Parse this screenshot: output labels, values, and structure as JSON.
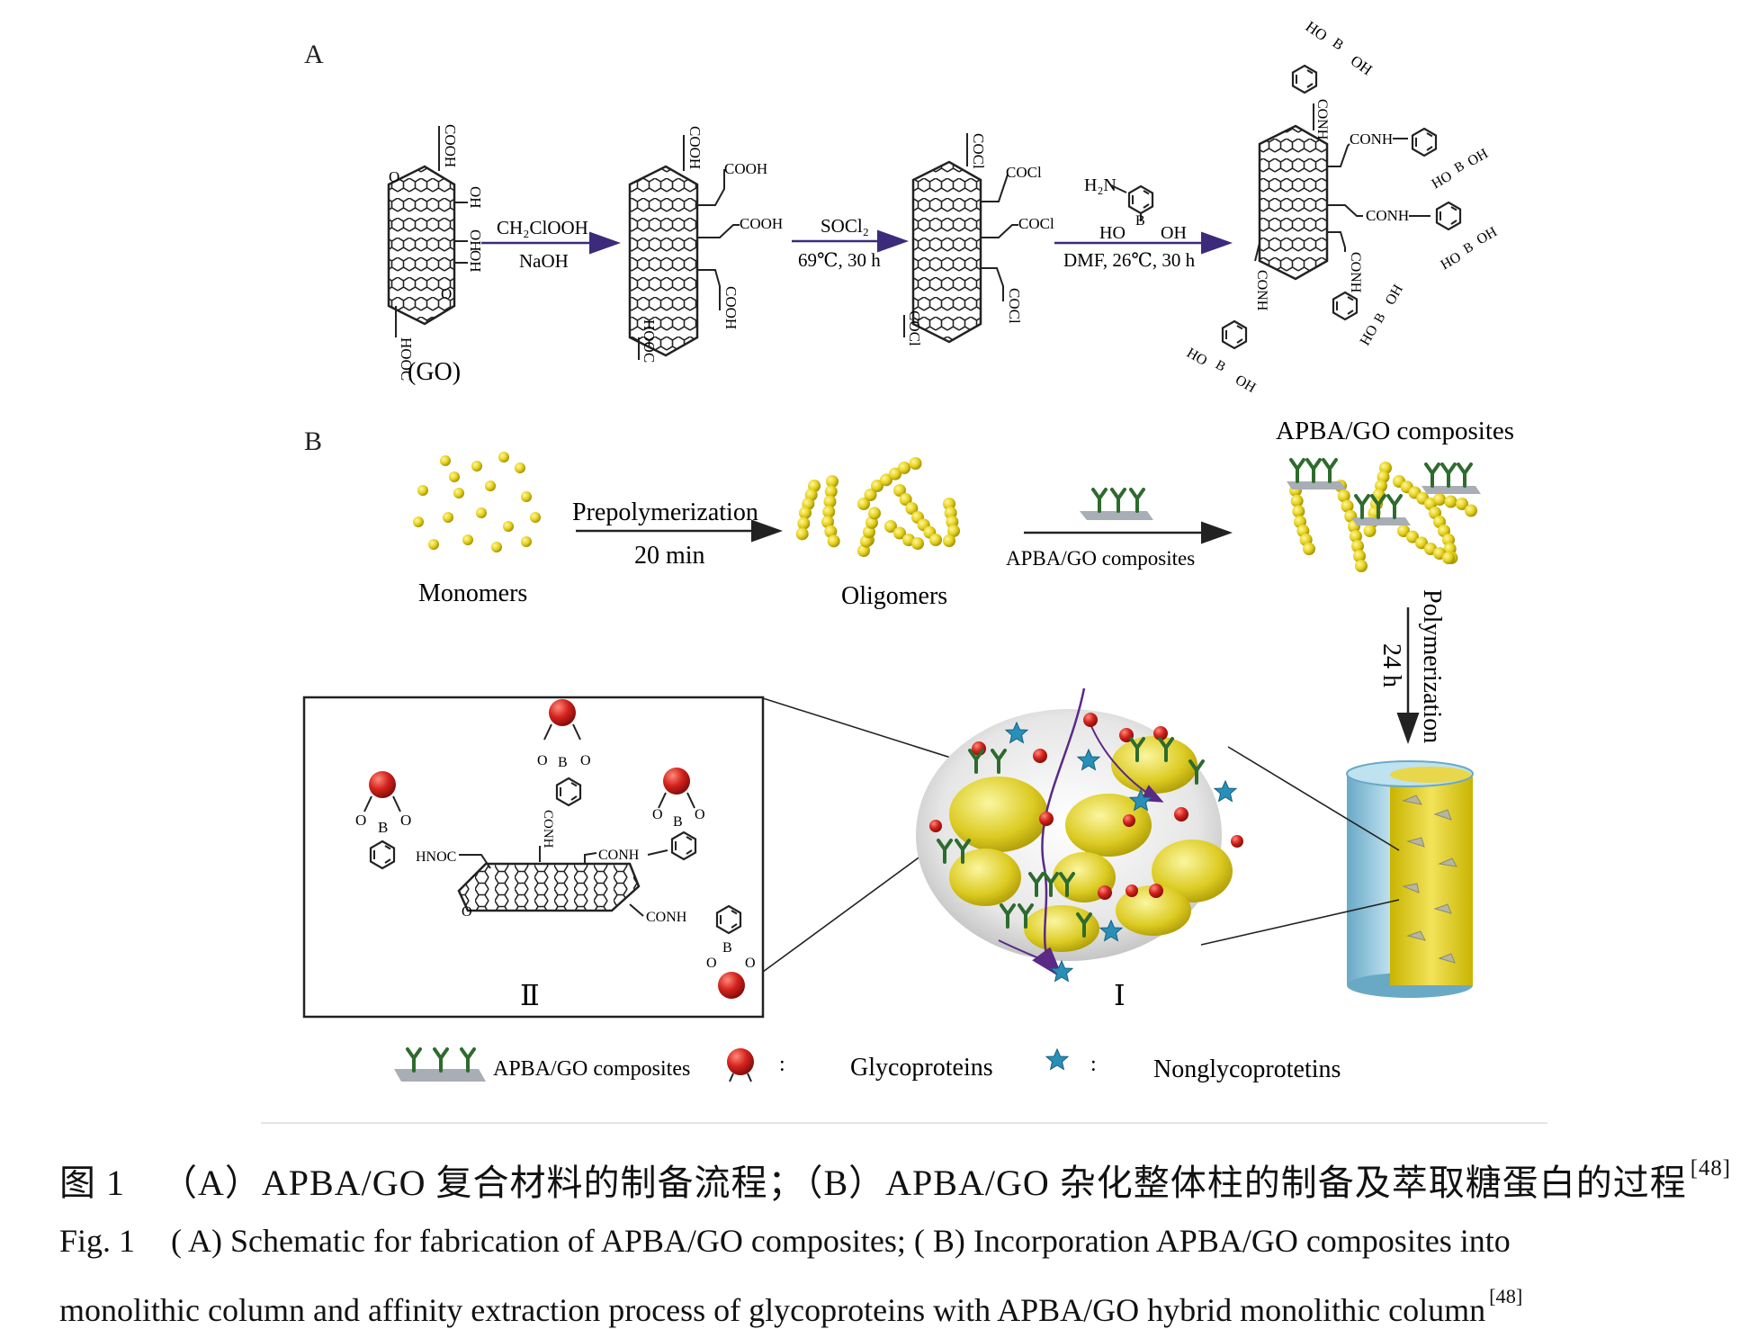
{
  "panel_a": {
    "label": "A",
    "go_label": "(GO)",
    "go_groups": {
      "top_cooh": "COOH",
      "oh1": "OH",
      "oh2": "OH",
      "oh3": "OH",
      "bottom_cooh": "HOOC",
      "o1": "O",
      "o2": "O"
    },
    "step1": {
      "top": "CH₂ClOOH",
      "bottom": "NaOH"
    },
    "mol2_groups": {
      "g1": "COOH",
      "g2": "COOH",
      "g3": "COOH",
      "g4": "COOH",
      "g5": "HOOC"
    },
    "step2": {
      "top": "SOCl₂",
      "bottom": "69℃, 30 h"
    },
    "mol3_groups": {
      "g1": "COCl",
      "g2": "COCl",
      "g3": "COCl",
      "g4": "COCl",
      "g5": "COCl"
    },
    "step3": {
      "amine": "H₂N",
      "boron": "B",
      "ho": "HO",
      "oh": "OH",
      "bottom": "DMF, 26℃, 30 h"
    },
    "product_groups": {
      "conh": "CONH",
      "ho": "HO",
      "b": "B",
      "oh": "OH"
    }
  },
  "panel_b": {
    "label": "B",
    "monomers": "Monomers",
    "prepolymerization": "Prepolymerization",
    "prepoly_time": "20 min",
    "oligomers": "Oligomers",
    "arrow2_label": "APBA/GO composites",
    "composites_title": "APBA/GO composites",
    "polymerization": "Polymerization",
    "poly_time": "24 h",
    "roman_1": "Ⅰ",
    "roman_2": "Ⅱ",
    "inset_groups": {
      "o": "O",
      "b": "B",
      "hnoc": "HNOC",
      "conh": "CONH"
    }
  },
  "legend": {
    "composites": "APBA/GO composites",
    "colon": ":",
    "glycoproteins": "Glycoproteins",
    "nonglyco": "Nonglycoprotetins"
  },
  "colors": {
    "yellow_bead": "#e6d21e",
    "red_ball": "#cc1a1a",
    "star": "#2a8fb8",
    "arrow": "#3c2a7a",
    "column_blue": "#9ccde2",
    "sheet_gray": "#a8adb6",
    "antenna_green": "#2e6b2e"
  },
  "caption": {
    "cn_prefix": "图 1",
    "cn_text": "（A）APBA/GO 复合材料的制备流程；（B）APBA/GO 杂化整体柱的制备及萃取糖蛋白的过程",
    "ref": "[48]",
    "en_prefix": "Fig. 1",
    "en_line1": "( A) Schematic for fabrication of APBA/GO composites; ( B) Incorporation APBA/GO composites into",
    "en_line2": "monolithic column and affinity extraction process of glycoproteins with APBA/GO hybrid monolithic column"
  }
}
